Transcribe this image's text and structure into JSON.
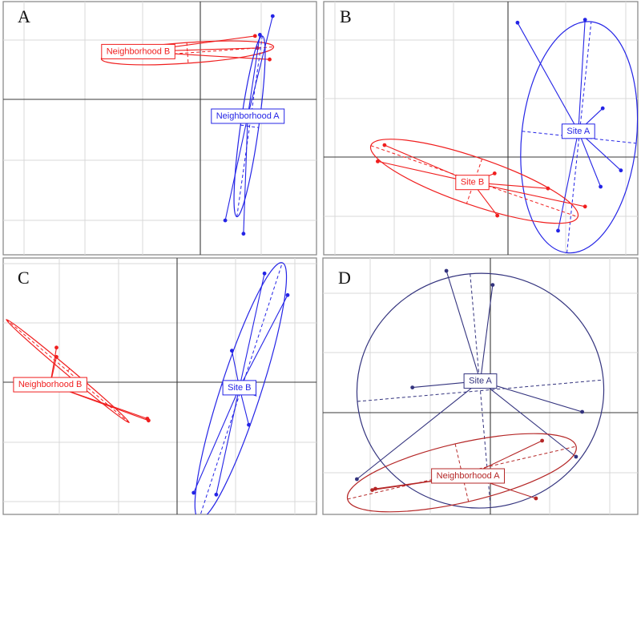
{
  "figure": {
    "colors": {
      "blue": "#2424e6",
      "red": "#f01e1e",
      "navy": "#33337e",
      "darkred": "#b52727"
    },
    "panels": [
      {
        "letter": "A",
        "groups": [
          {
            "label": "Neighborhood B",
            "color": "#f01e1e",
            "centroid": [
              -1.08,
              0.77
            ],
            "sites": [
              [
                0.84,
                1.03
              ],
              [
                0.88,
                0.83
              ],
              [
                -1.47,
                0.68
              ],
              [
                -1.42,
                0.81
              ],
              [
                1.08,
                0.64
              ]
            ],
            "ellipse": {
              "center": [
                -0.27,
                0.75
              ],
              "semi_axes": [
                1.42,
                0.17
              ],
              "angle_deg": 4
            }
          },
          {
            "label": "Neighborhood A",
            "color": "#2424e6",
            "centroid": [
              0.72,
              -0.3
            ],
            "sites": [
              [
                1.13,
                1.36
              ],
              [
                0.35,
                -2.03
              ],
              [
                0.65,
                -2.25
              ],
              [
                0.92,
                1.05
              ]
            ],
            "ellipse": {
              "center": [
                0.75,
                -0.47
              ],
              "semi_axes": [
                1.5,
                0.15
              ],
              "angle_deg": 82
            }
          }
        ]
      },
      {
        "letter": "B",
        "groups": [
          {
            "label": "Site A",
            "color": "#2424e6",
            "centroid": [
              0.72,
              0.4
            ],
            "sites": [
              [
                -0.18,
                2.2
              ],
              [
                0.82,
                2.25
              ],
              [
                1.08,
                0.78
              ],
              [
                1.35,
                -0.25
              ],
              [
                1.05,
                -0.52
              ],
              [
                0.42,
                -1.25
              ]
            ],
            "ellipse": {
              "center": [
                0.73,
                0.3
              ],
              "semi_axes": [
                1.72,
                0.85
              ],
              "angle_deg": 84
            }
          },
          {
            "label": "Site B",
            "color": "#f01e1e",
            "centroid": [
              -0.85,
              -0.45
            ],
            "sites": [
              [
                -2.15,
                0.17
              ],
              [
                -2.25,
                -0.1
              ],
              [
                -0.52,
                -0.3
              ],
              [
                0.27,
                -0.55
              ],
              [
                0.82,
                -0.85
              ],
              [
                -0.48,
                -1.0
              ]
            ],
            "ellipse": {
              "center": [
                -0.82,
                -0.43
              ],
              "semi_axes": [
                1.62,
                0.35
              ],
              "angle_deg": -19
            }
          }
        ]
      },
      {
        "letter": "C",
        "groups": [
          {
            "label": "Neighborhood B",
            "color": "#f01e1e",
            "centroid": [
              -2.2,
              -0.1
            ],
            "sites": [
              [
                -2.1,
                0.5
              ],
              [
                -2.1,
                0.35
              ],
              [
                -0.65,
                -0.65
              ],
              [
                -0.63,
                -0.68
              ]
            ],
            "ellipse": {
              "center": [
                -1.92,
                0.12
              ],
              "semi_axes": [
                1.28,
                0.05
              ],
              "angle_deg": -40
            }
          },
          {
            "label": "Site B",
            "color": "#2424e6",
            "centroid": [
              0.82,
              -0.15
            ],
            "sites": [
              [
                1.22,
                1.7
              ],
              [
                1.59,
                1.35
              ],
              [
                0.7,
                0.45
              ],
              [
                0.97,
                -0.75
              ],
              [
                0.45,
                -1.88
              ],
              [
                0.09,
                -1.85
              ]
            ],
            "ellipse": {
              "center": [
                0.84,
                -0.2
              ],
              "semi_axes": [
                2.15,
                0.32
              ],
              "angle_deg": 72
            }
          }
        ]
      },
      {
        "letter": "D",
        "groups": [
          {
            "label": "Site A",
            "color": "#33337e",
            "centroid": [
              0,
              0.48
            ],
            "sites": [
              [
                -0.55,
                2.2
              ],
              [
                0.2,
                1.98
              ],
              [
                -1.1,
                0.38
              ],
              [
                1.65,
                0.0
              ],
              [
                1.55,
                -0.7
              ],
              [
                -2.0,
                -1.05
              ]
            ],
            "ellipse": {
              "center": [
                0.0,
                0.33
              ],
              "semi_axes": [
                2.0,
                1.9
              ],
              "angle_deg": 5
            }
          },
          {
            "label": "Neighborhood A",
            "color": "#b52727",
            "centroid": [
              -0.2,
              -1.0
            ],
            "sites": [
              [
                1.0,
                -0.45
              ],
              [
                0.9,
                -1.35
              ],
              [
                -1.7,
                -1.2
              ],
              [
                -1.75,
                -1.22
              ]
            ],
            "ellipse": {
              "center": [
                -0.3,
                -0.95
              ],
              "semi_axes": [
                1.9,
                0.48
              ],
              "angle_deg": 13
            }
          }
        ]
      }
    ]
  },
  "chart_data": [
    {
      "type": "scatter",
      "title": "A",
      "xlim": [
        -3.3,
        1.85
      ],
      "ylim": [
        -2.6,
        1.6
      ],
      "grid": true,
      "series": [
        {
          "name": "Neighborhood B",
          "centroid": [
            -1.08,
            0.77
          ],
          "points": [
            [
              0.84,
              1.03
            ],
            [
              0.88,
              0.83
            ],
            [
              -1.47,
              0.68
            ],
            [
              -1.42,
              0.81
            ],
            [
              1.08,
              0.64
            ]
          ]
        },
        {
          "name": "Neighborhood A",
          "centroid": [
            0.72,
            -0.3
          ],
          "points": [
            [
              1.13,
              1.36
            ],
            [
              0.35,
              -2.03
            ],
            [
              0.65,
              -2.25
            ],
            [
              0.92,
              1.05
            ]
          ]
        }
      ]
    },
    {
      "type": "scatter",
      "title": "B",
      "xlim": [
        -3.05,
        1.6
      ],
      "ylim": [
        -1.65,
        2.55
      ],
      "grid": true,
      "series": [
        {
          "name": "Site A",
          "centroid": [
            0.72,
            0.4
          ],
          "points": [
            [
              -0.18,
              2.2
            ],
            [
              0.82,
              2.25
            ],
            [
              1.08,
              0.78
            ],
            [
              1.35,
              -0.25
            ],
            [
              1.05,
              -0.52
            ],
            [
              0.42,
              -1.25
            ]
          ]
        },
        {
          "name": "Site B",
          "centroid": [
            -0.85,
            -0.45
          ],
          "points": [
            [
              -2.15,
              0.17
            ],
            [
              -2.25,
              -0.1
            ],
            [
              -0.52,
              -0.3
            ],
            [
              0.27,
              -0.55
            ],
            [
              0.82,
              -0.85
            ],
            [
              -0.48,
              -1.0
            ]
          ]
        }
      ]
    },
    {
      "type": "scatter",
      "title": "C",
      "xlim": [
        -2.95,
        2.05
      ],
      "ylim": [
        -2.2,
        1.95
      ],
      "grid": true,
      "series": [
        {
          "name": "Neighborhood B",
          "centroid": [
            -2.2,
            -0.1
          ],
          "points": [
            [
              -2.1,
              0.5
            ],
            [
              -2.1,
              0.35
            ],
            [
              -0.65,
              -0.65
            ],
            [
              -0.63,
              -0.68
            ]
          ]
        },
        {
          "name": "Site B",
          "centroid": [
            0.82,
            -0.15
          ],
          "points": [
            [
              1.22,
              1.7
            ],
            [
              1.59,
              1.35
            ],
            [
              0.7,
              0.45
            ],
            [
              0.97,
              -0.75
            ],
            [
              0.45,
              -1.88
            ],
            [
              0.09,
              -1.85
            ]
          ]
        }
      ]
    },
    {
      "type": "scatter",
      "title": "D",
      "xlim": [
        -2.55,
        2.55
      ],
      "ylim": [
        -1.6,
        2.4
      ],
      "grid": true,
      "series": [
        {
          "name": "Site A",
          "centroid": [
            0,
            0.48
          ],
          "points": [
            [
              -0.55,
              2.2
            ],
            [
              0.2,
              1.98
            ],
            [
              -1.1,
              0.38
            ],
            [
              1.65,
              0.0
            ],
            [
              1.55,
              -0.7
            ],
            [
              -2.0,
              -1.05
            ]
          ]
        },
        {
          "name": "Neighborhood A",
          "centroid": [
            -0.2,
            -1.0
          ],
          "points": [
            [
              1.0,
              -0.45
            ],
            [
              0.9,
              -1.35
            ],
            [
              -1.7,
              -1.2
            ],
            [
              -1.75,
              -1.22
            ]
          ]
        }
      ]
    }
  ]
}
